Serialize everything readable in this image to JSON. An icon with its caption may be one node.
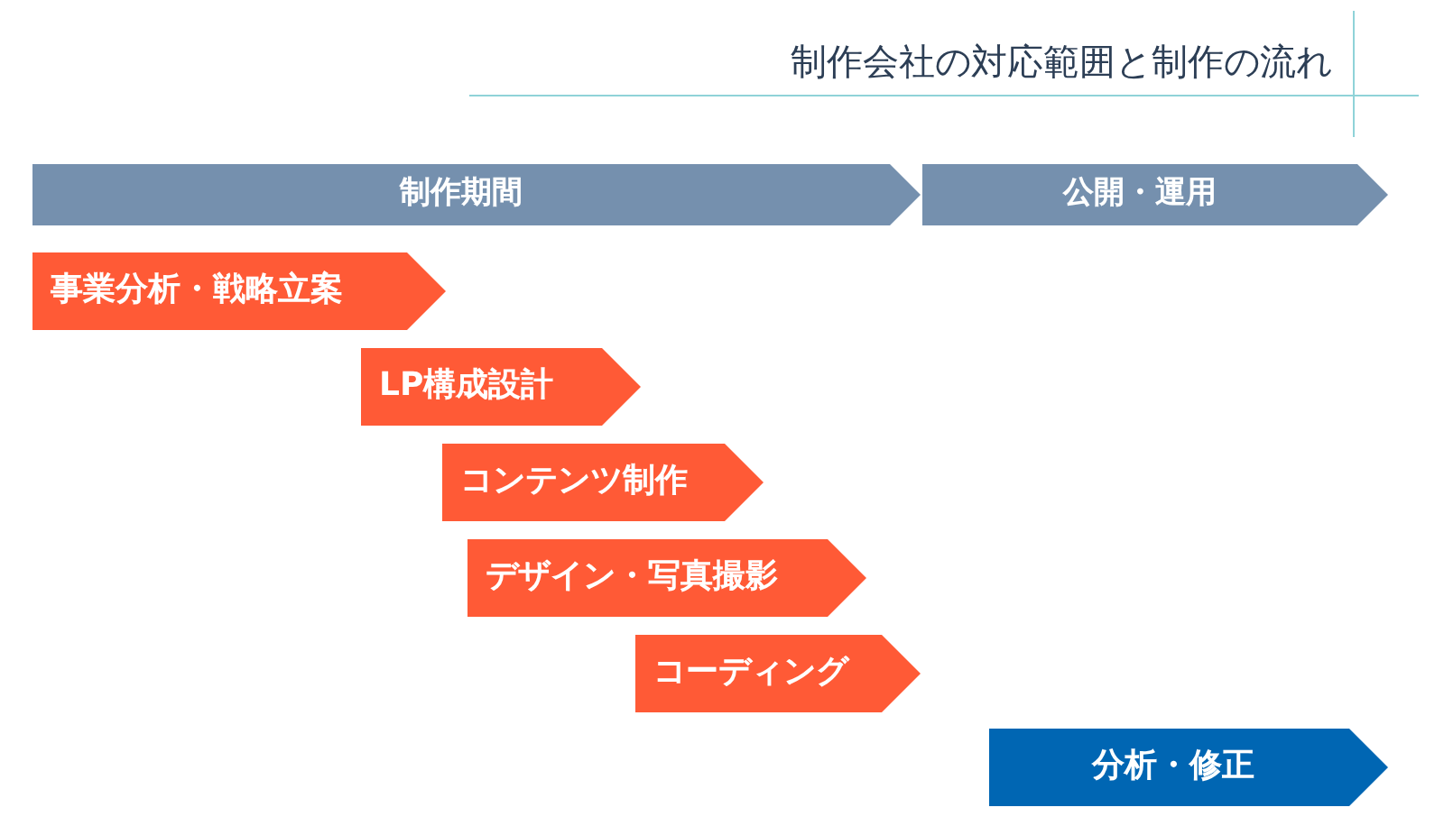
{
  "diagram": {
    "title": "制作会社の対応範囲と制作の流れ",
    "nodes": [
      {
        "text": [
          "制作期間"
        ]
      },
      {
        "text": [
          "公開・運用"
        ]
      },
      {
        "text": [
          "事業分析・戦略立案"
        ]
      },
      {
        "text": [
          "LP構成設計"
        ]
      },
      {
        "text": [
          "コンテンツ制作"
        ]
      },
      {
        "text": [
          "デザイン・写真撮影"
        ]
      },
      {
        "text": [
          "コーディング"
        ]
      },
      {
        "text": [
          "分析・修正"
        ]
      }
    ]
  }
}
